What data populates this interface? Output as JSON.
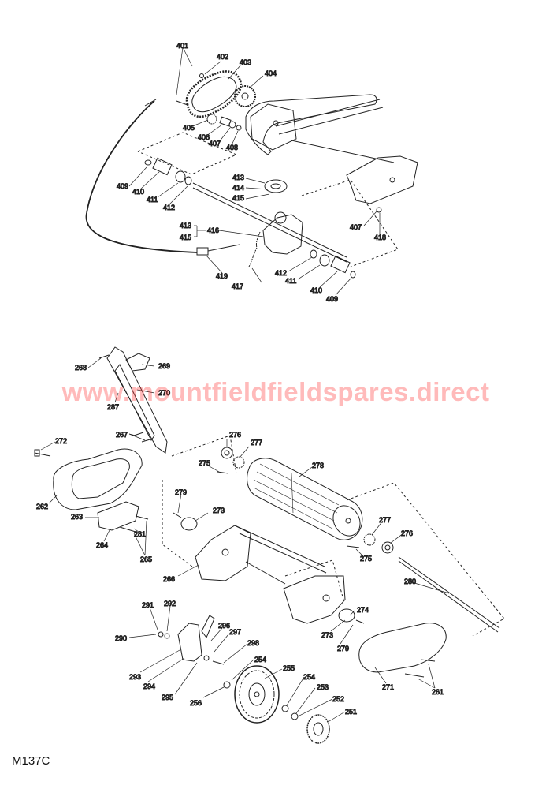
{
  "watermark": "www.mountfieldfieldspares.direct",
  "figure_code": "M137C",
  "top_assembly_labels": [
    "401",
    "402",
    "403",
    "404",
    "405",
    "406",
    "407",
    "408",
    "409",
    "410",
    "411",
    "412",
    "413",
    "414",
    "415",
    "413",
    "415",
    "416",
    "417",
    "419",
    "412",
    "411",
    "410",
    "409",
    "407",
    "418"
  ],
  "bottom_assembly_labels": [
    "268",
    "269",
    "270",
    "287",
    "267",
    "272",
    "276",
    "277",
    "275",
    "278",
    "262",
    "279",
    "273",
    "263",
    "264",
    "281",
    "265",
    "266",
    "277",
    "276",
    "275",
    "280",
    "291",
    "292",
    "290",
    "296",
    "297",
    "298",
    "274",
    "293",
    "254",
    "255",
    "294",
    "295",
    "256",
    "254",
    "253",
    "273",
    "279",
    "271",
    "261",
    "252",
    "251"
  ]
}
